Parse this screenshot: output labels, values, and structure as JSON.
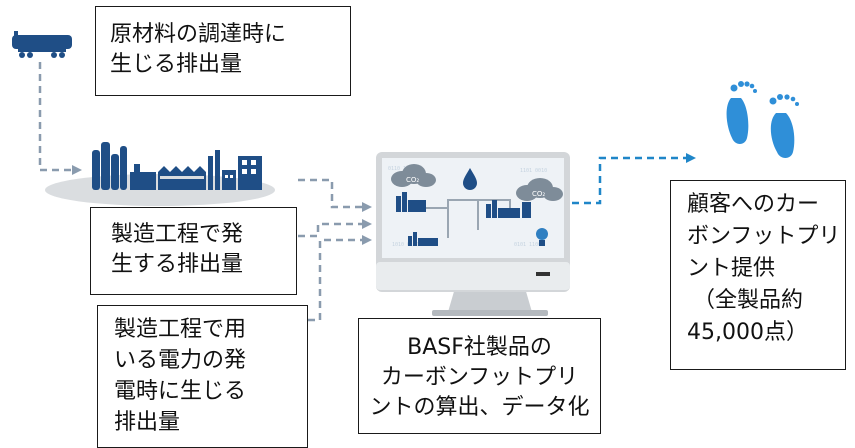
{
  "colors": {
    "accent_blue": "#2F7FC1",
    "dashed_arrow_gray": "#8A9BAE",
    "dashed_arrow_blue": "#1F86C8",
    "factory_dark": "#1F4E86",
    "monitor_frame": "#BFC4C9",
    "text": "#111111"
  },
  "icons": {
    "rail_car": "rail-tank-car-icon",
    "factory": "factory-icon",
    "monitor": "computer-monitor-icon",
    "footprints": "footprints-icon"
  },
  "monitor_labels": {
    "co2_left": "CO₂",
    "co2_right": "CO₂"
  },
  "boxes": {
    "raw_materials": {
      "lines": [
        "原材料の調達時に",
        "生じる排出量"
      ]
    },
    "manufacturing": {
      "lines": [
        "製造工程で発",
        "生する排出量"
      ]
    },
    "electricity": {
      "lines": [
        "製造工程で用",
        "いる電力の発",
        "電時に生じる",
        "排出量"
      ]
    },
    "basf": {
      "lines": [
        "BASF社製品の",
        "カーボンフットプリ",
        "ントの算出、データ化"
      ]
    },
    "customer": {
      "lines": [
        "顧客へのカー",
        "ボンフットプリ",
        "ント提供",
        "（全製品約",
        "45,000点）"
      ]
    }
  }
}
